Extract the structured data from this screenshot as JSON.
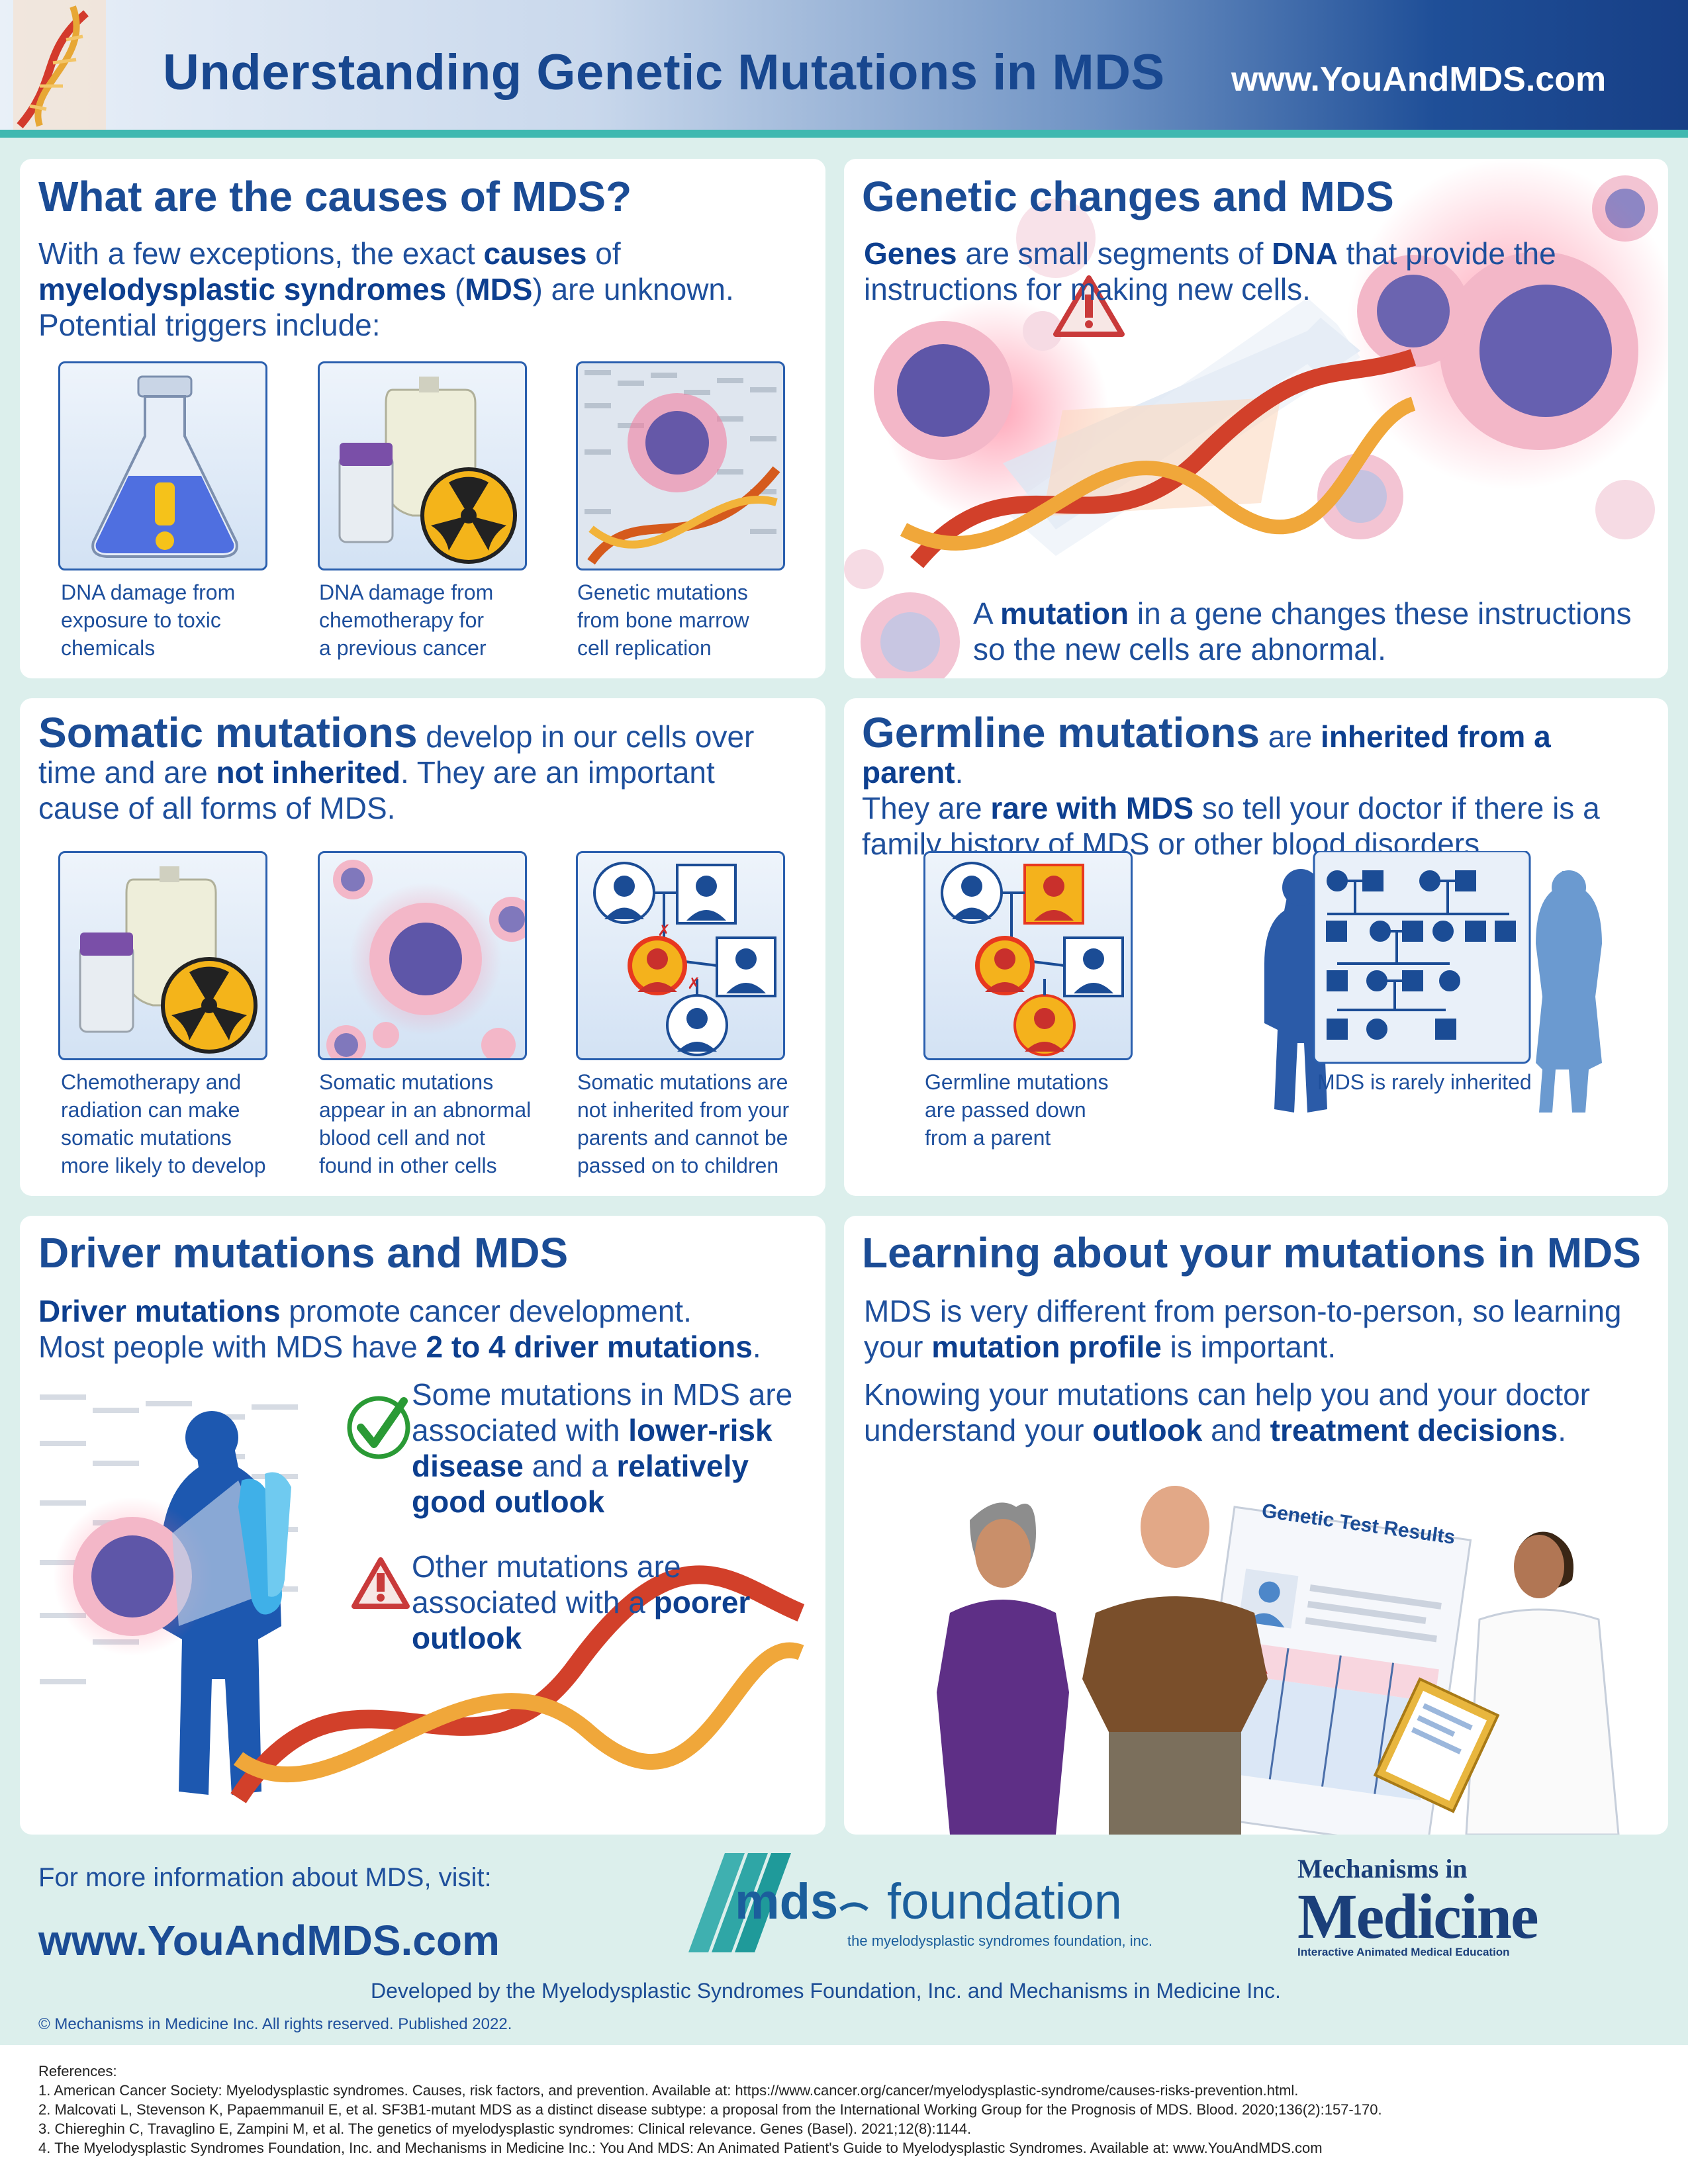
{
  "header": {
    "title": "Understanding Genetic Mutations in MDS",
    "url": "www.YouAndMDS.com"
  },
  "causes": {
    "title": "What are the causes of MDS?",
    "intro_1": "With a few exceptions, the exact ",
    "intro_b1": "causes",
    "intro_2": " of",
    "intro_b2": "myelodysplastic syndromes",
    "intro_3": " (",
    "intro_b3": "MDS",
    "intro_4": ") are unknown.",
    "intro_5": "Potential triggers include:",
    "tiles": [
      {
        "caption_1": "DNA damage from",
        "caption_2": "exposure to toxic",
        "caption_3": "chemicals"
      },
      {
        "caption_1": "DNA damage from",
        "caption_2": "chemotherapy for",
        "caption_3": "a previous cancer"
      },
      {
        "caption_1": "Genetic mutations",
        "caption_2": "from bone marrow",
        "caption_3": "cell replication"
      }
    ]
  },
  "genetic": {
    "title": "Genetic changes and MDS",
    "b1": "Genes",
    "t1": " are small segments of ",
    "b2": "DNA",
    "t2": " that provide the",
    "t3": "instructions for making new cells.",
    "m1": "A ",
    "mb": "mutation",
    "m2": " in a gene changes these instructions",
    "m3": "so the new cells are abnormal."
  },
  "somatic": {
    "title": "Somatic mutations",
    "t1": " develop in our cells over",
    "t2": "time and are ",
    "b1": "not inherited",
    "t3": ". They are an important",
    "t4": "cause of all forms of MDS.",
    "tiles": [
      {
        "caption_1": "Chemotherapy and",
        "caption_2": "radiation can make",
        "caption_3": "somatic mutations",
        "caption_4": "more likely to develop"
      },
      {
        "caption_1": "Somatic mutations",
        "caption_2": "appear in an abnormal",
        "caption_3": "blood cell and not",
        "caption_4": "found in other cells"
      },
      {
        "caption_1": "Somatic mutations are",
        "caption_2": "not inherited from your",
        "caption_3": "parents and cannot be",
        "caption_4": "passed on to children"
      }
    ]
  },
  "germline": {
    "title": "Germline mutations",
    "t1": " are ",
    "b1": "inherited from a parent",
    "t2": ".",
    "t3": "They are ",
    "b2": "rare with MDS",
    "t4": " so tell your doctor if there is a",
    "t5": "family history of MDS or other blood disorders.",
    "tile_caption_1": "Germline mutations",
    "tile_caption_2": "are passed down",
    "tile_caption_3": "from a parent",
    "pedigree_caption": "MDS is rarely inherited"
  },
  "driver": {
    "title": "Driver mutations and MDS",
    "b1": "Driver mutations",
    "t1": " promote cancer development.",
    "t2": "Most people with MDS have ",
    "b2": "2 to 4 driver mutations",
    "t3": ".",
    "good_1": "Some mutations in MDS are",
    "good_2": "associated with ",
    "good_b1": "lower-risk",
    "good_b2": "disease",
    "good_3": " and a ",
    "good_b3": "relatively",
    "good_b4": "good outlook",
    "poor_1": "Other mutations are",
    "poor_2": "associated with a ",
    "poor_b1": "poorer",
    "poor_b2": "outlook"
  },
  "learning": {
    "title": "Learning about your mutations in MDS",
    "t1": "MDS is very different from person-to-person, so learning",
    "t2": "your ",
    "b1": "mutation profile",
    "t3": " is important.",
    "t4": "Knowing your mutations can help you and your doctor",
    "t5": "understand your ",
    "b2": "outlook",
    "t6": " and ",
    "b3": "treatment decisions",
    "t7": ".",
    "doc_title": "Genetic Test Results"
  },
  "footer": {
    "more_info": "For more information about MDS, visit:",
    "url": "www.YouAndMDS.com",
    "mds_logo_1": "mds",
    "mds_logo_2": "foundation",
    "mds_logo_sub": "the myelodysplastic syndromes foundation, inc.",
    "mim_1": "Mechanisms in",
    "mim_2": "Medicine",
    "mim_sub": "Interactive Animated Medical Education",
    "developed": "Developed by the Myelodysplastic Syndromes Foundation, Inc. and Mechanisms in Medicine Inc.",
    "copyright": "© Mechanisms in Medicine Inc. All rights reserved. Published 2022."
  },
  "references": {
    "heading": "References:",
    "items": [
      "1. American Cancer Society: Myelodysplastic syndromes. Causes, risk factors, and prevention. Available at: https://www.cancer.org/cancer/myelodysplastic-syndrome/causes-risks-prevention.html.",
      "2. Malcovati L, Stevenson K, Papaemmanuil E, et al. SF3B1-mutant MDS as a distinct disease subtype: a proposal from the International Working Group for the Prognosis of MDS. Blood. 2020;136(2):157-170.",
      "3. Chiereghin C, Travaglino E, Zampini M, et al. The genetics of myelodysplastic syndromes: Clinical relevance. Genes (Basel). 2021;12(8):1144.",
      "4. The Myelodysplastic Syndromes Foundation, Inc. and Mechanisms in Medicine Inc.: You And MDS: An Animated Patient's Guide to Myelodysplastic Syndromes. Available at: www.YouAndMDS.com"
    ]
  },
  "colors": {
    "brand_blue": "#1b4c95",
    "teal": "#3fb8b0",
    "background": "#dcefec"
  }
}
